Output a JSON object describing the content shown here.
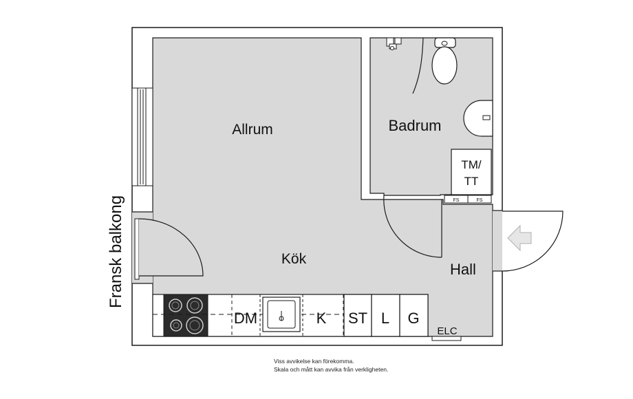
{
  "rooms": {
    "living": "Allrum",
    "bath": "Badrum",
    "kitchen": "Kök",
    "hall": "Hall"
  },
  "balcony": "Fransk balkong",
  "appliances": {
    "tmtt_line1": "TM/",
    "tmtt_line2": "TT",
    "fs1": "FS",
    "fs2": "FS",
    "dm": "DM",
    "k": "K",
    "st": "ST",
    "l": "L",
    "g": "G",
    "elc": "ELC"
  },
  "disclaimer": {
    "line1": "Viss avvikelse kan förekomma.",
    "line2": "Skala och mått kan avvika från verkligheten."
  },
  "colors": {
    "floor": "#d9d9d9",
    "wall": "#ffffff",
    "line": "#1a1a1a",
    "stove": "#2b2b2b"
  }
}
